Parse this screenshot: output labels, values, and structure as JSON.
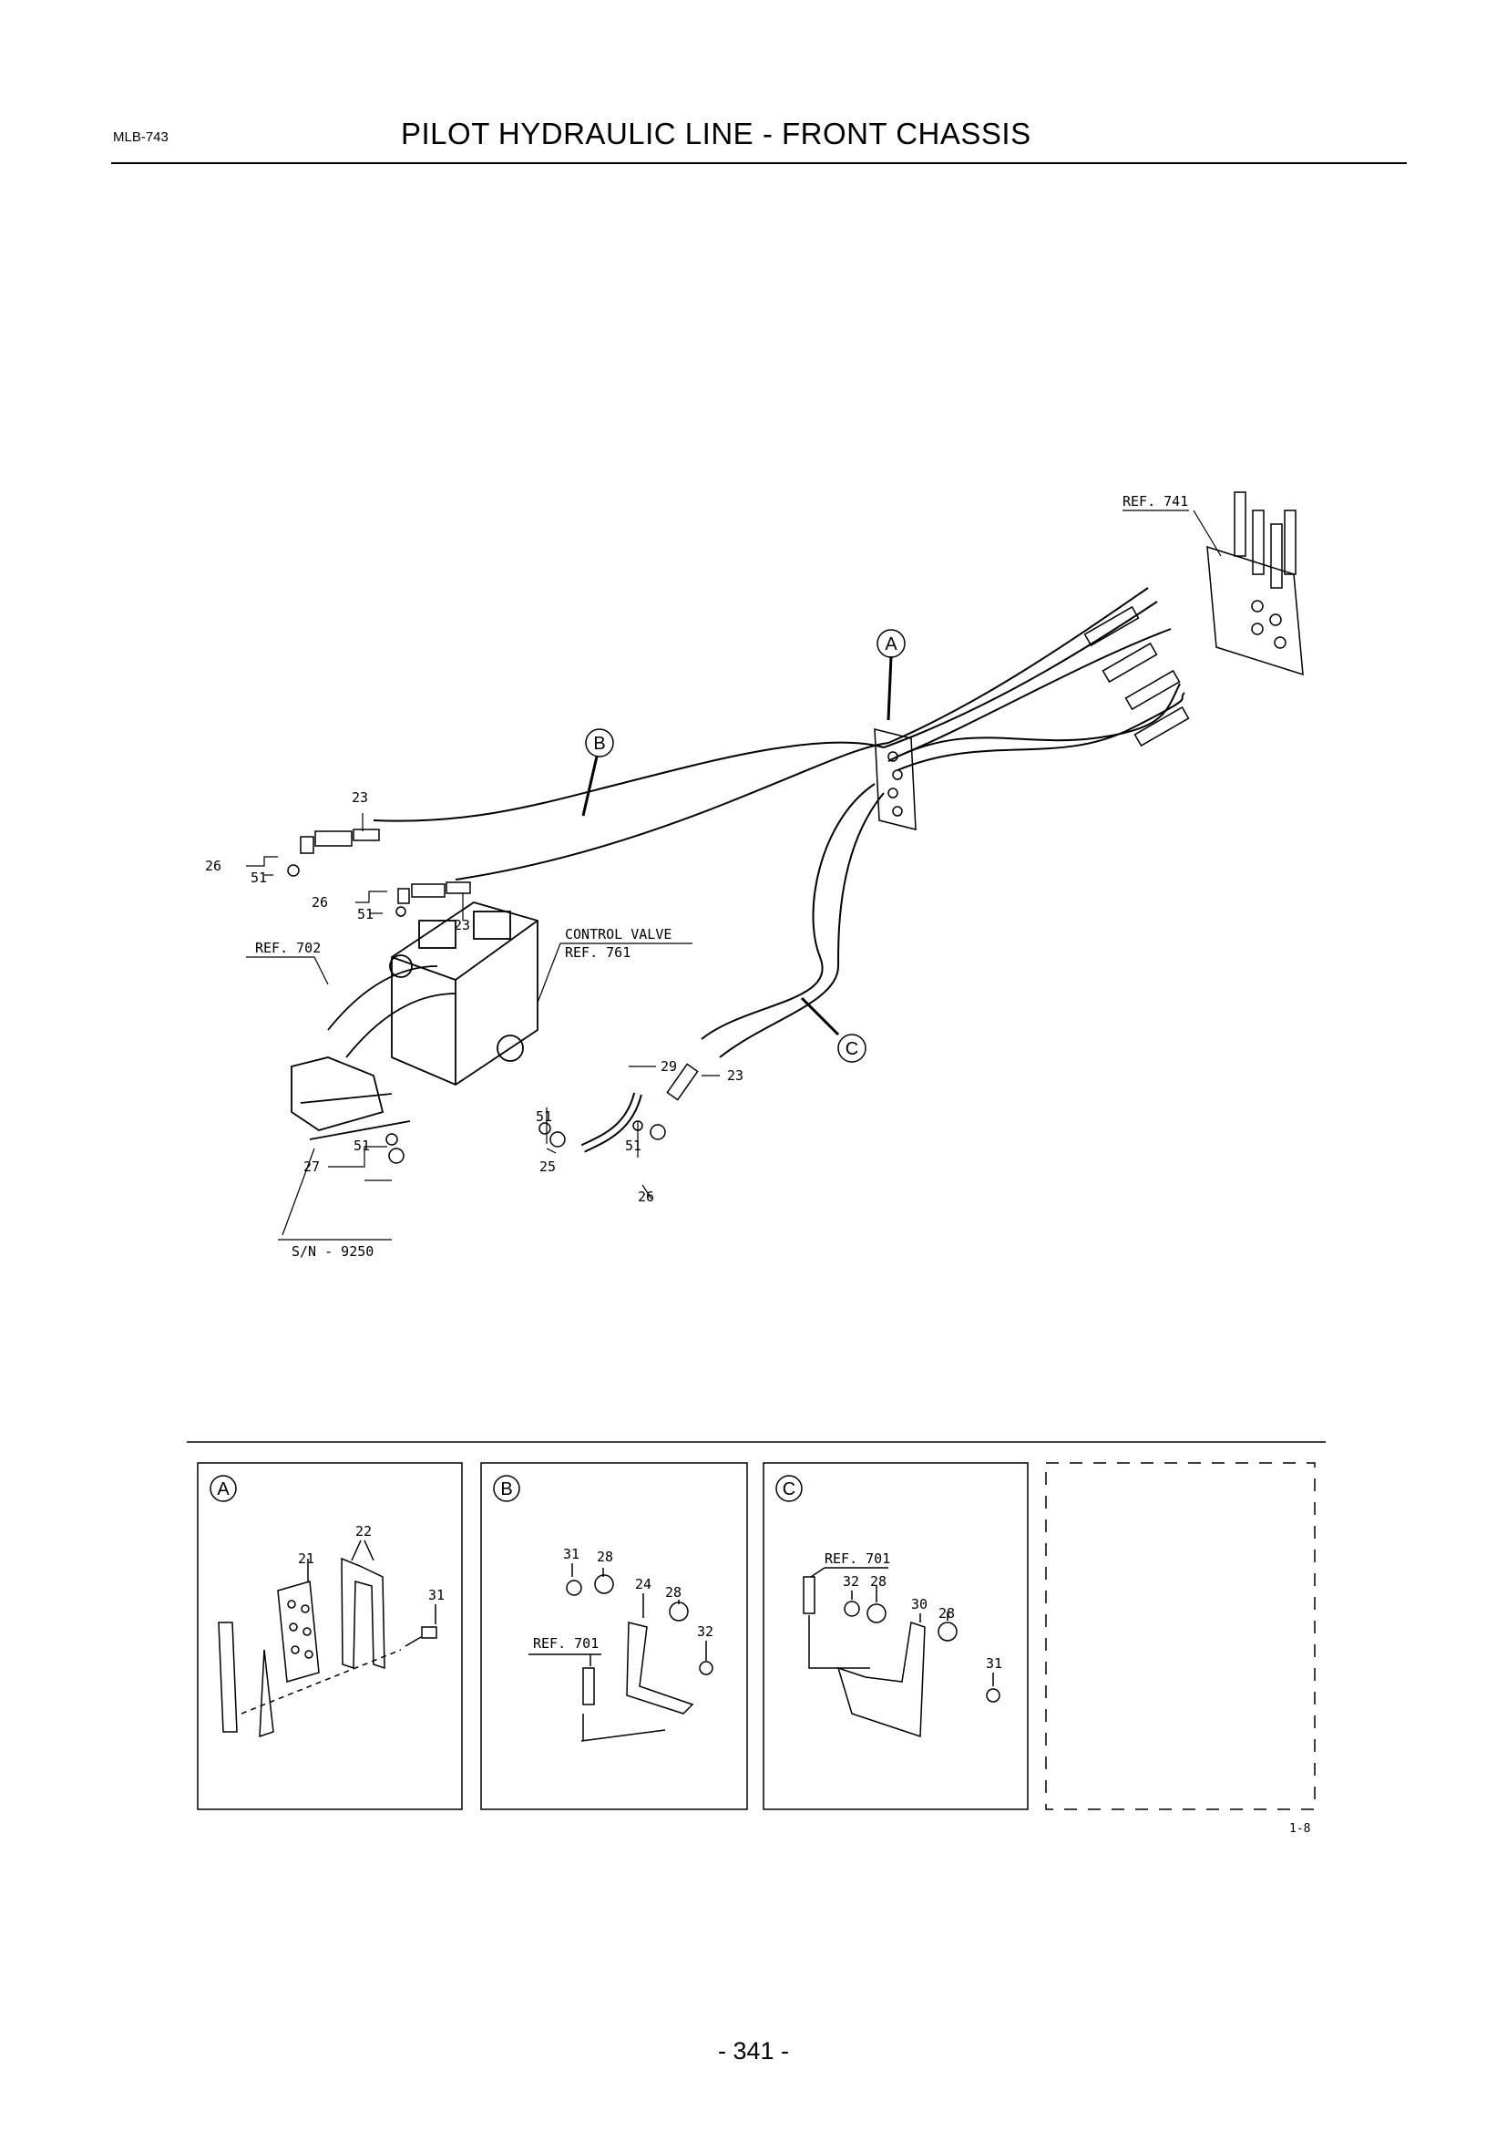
{
  "header": {
    "code": "MLB-743",
    "title": "PILOT HYDRAULIC LINE - FRONT CHASSIS"
  },
  "main_diagram": {
    "refs": {
      "ref_741": "REF. 741",
      "ref_702": "REF. 702",
      "control_valve": "CONTROL VALVE",
      "ref_761": "REF. 761",
      "serial": "S/N - 9250"
    },
    "callouts": {
      "a": "A",
      "b": "B",
      "c": "C"
    },
    "part_numbers": {
      "p23_top": "23",
      "p26_left": "26",
      "p51_left": "51",
      "p26_mid": "26",
      "p51_mid": "51",
      "p23_mid": "23",
      "p27": "27",
      "p51_low": "51",
      "p29": "29",
      "p23_right": "23",
      "p51_a": "51",
      "p25": "25",
      "p51_b": "51",
      "p26_low": "26"
    }
  },
  "detail_panels": {
    "panel_a": {
      "letter": "A",
      "parts": [
        "22",
        "21",
        "31"
      ]
    },
    "panel_b": {
      "letter": "B",
      "parts": [
        "31",
        "28",
        "24",
        "28",
        "32"
      ],
      "ref": "REF. 701"
    },
    "panel_c": {
      "letter": "C",
      "ref": "REF. 701",
      "parts": [
        "32",
        "28",
        "30",
        "28",
        "31"
      ]
    },
    "figure_code": "1-8"
  },
  "footer": {
    "page_number": "- 341 -"
  }
}
